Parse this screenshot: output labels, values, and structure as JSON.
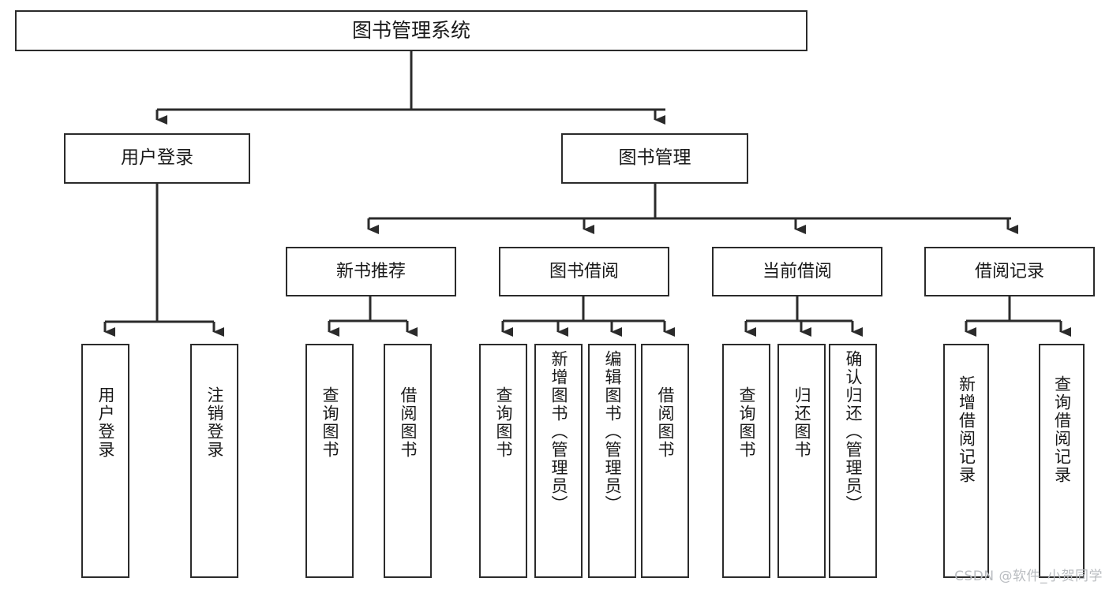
{
  "diagram": {
    "title": "图书管理系统",
    "type": "功能结构图",
    "colors": {
      "background": "#ffffff",
      "box_border": "#2b2b2b",
      "box_fill": "#ffffff",
      "connector": "#2b2b2b",
      "text": "#1a1a1a",
      "watermark": "#b9bcc0"
    }
  },
  "root": {
    "label": "图书管理系统"
  },
  "tier1": [
    {
      "label": "用户登录"
    },
    {
      "label": "图书管理"
    }
  ],
  "tier2": [
    {
      "label": "新书推荐"
    },
    {
      "label": "图书借阅"
    },
    {
      "label": "当前借阅"
    },
    {
      "label": "借阅记录"
    }
  ],
  "leaves": {
    "user_login": [
      {
        "label": "用户登录"
      },
      {
        "label": "注销登录"
      }
    ],
    "new_book": [
      {
        "label": "查询图书"
      },
      {
        "label": "借阅图书"
      }
    ],
    "book_borrow": [
      {
        "label": "查询图书"
      },
      {
        "label": "新增图书（管理员）"
      },
      {
        "label": "编辑图书（管理员）"
      },
      {
        "label": "借阅图书"
      }
    ],
    "current_borrow": [
      {
        "label": "查询图书"
      },
      {
        "label": "归还图书"
      },
      {
        "label": "确认归还（管理员）"
      }
    ],
    "borrow_record": [
      {
        "label": "新增借阅记录"
      },
      {
        "label": "查询借阅记录"
      }
    ]
  },
  "watermark": {
    "text": "CSDN @软件_小贺同学"
  }
}
